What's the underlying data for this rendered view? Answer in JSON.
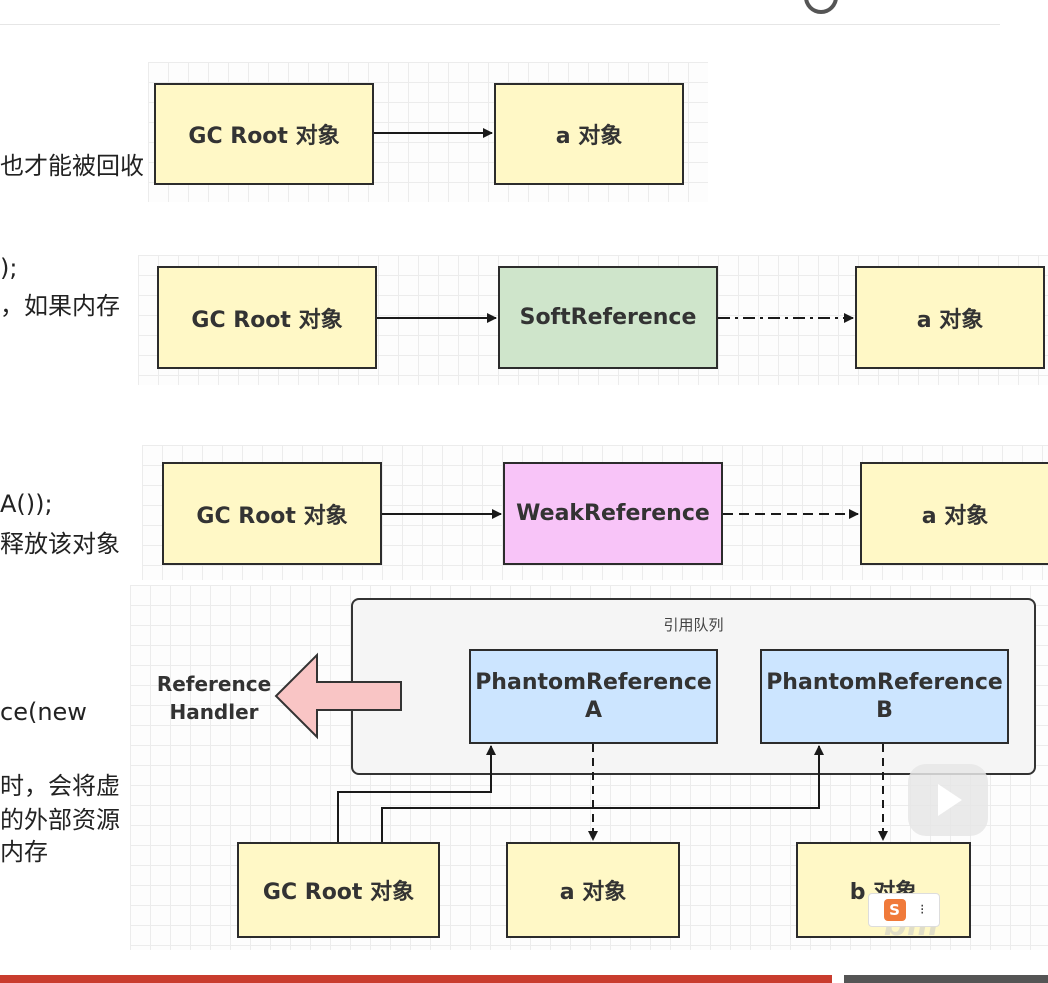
{
  "header": {
    "logo_text": ""
  },
  "side_text": [
    "也才能被回收",
    ");",
    "，如果内存",
    "A());",
    "释放该对象",
    "ce(new",
    "时，会将虚",
    "的外部资源",
    "内存"
  ],
  "strong": {
    "root": "GC Root 对象",
    "target": "a 对象"
  },
  "soft": {
    "root": "GC Root 对象",
    "ref": "SoftReference",
    "target": "a 对象"
  },
  "weak": {
    "root": "GC Root 对象",
    "ref": "WeakReference",
    "target": "a 对象"
  },
  "phantom": {
    "queue_label": "引用队列",
    "ref_a": {
      "line1": "PhantomReference",
      "line2": "A"
    },
    "ref_b": {
      "line1": "PhantomReference",
      "line2": "B"
    },
    "handler": {
      "line1": "Reference",
      "line2": "Handler"
    },
    "root": "GC Root 对象",
    "target_a": "a 对象",
    "target_b": "b 对象"
  },
  "colors": {
    "object_fill": "#fff8c6",
    "soft_fill": "#cfe5cb",
    "weak_fill": "#f8c4f8",
    "phantom_fill": "#cce5ff",
    "arrow_fill": "#f9c5c5",
    "progress_red": "#c93c2e"
  },
  "icons": [
    "play-icon",
    "input-method-icon",
    "bilibili-watermark"
  ]
}
